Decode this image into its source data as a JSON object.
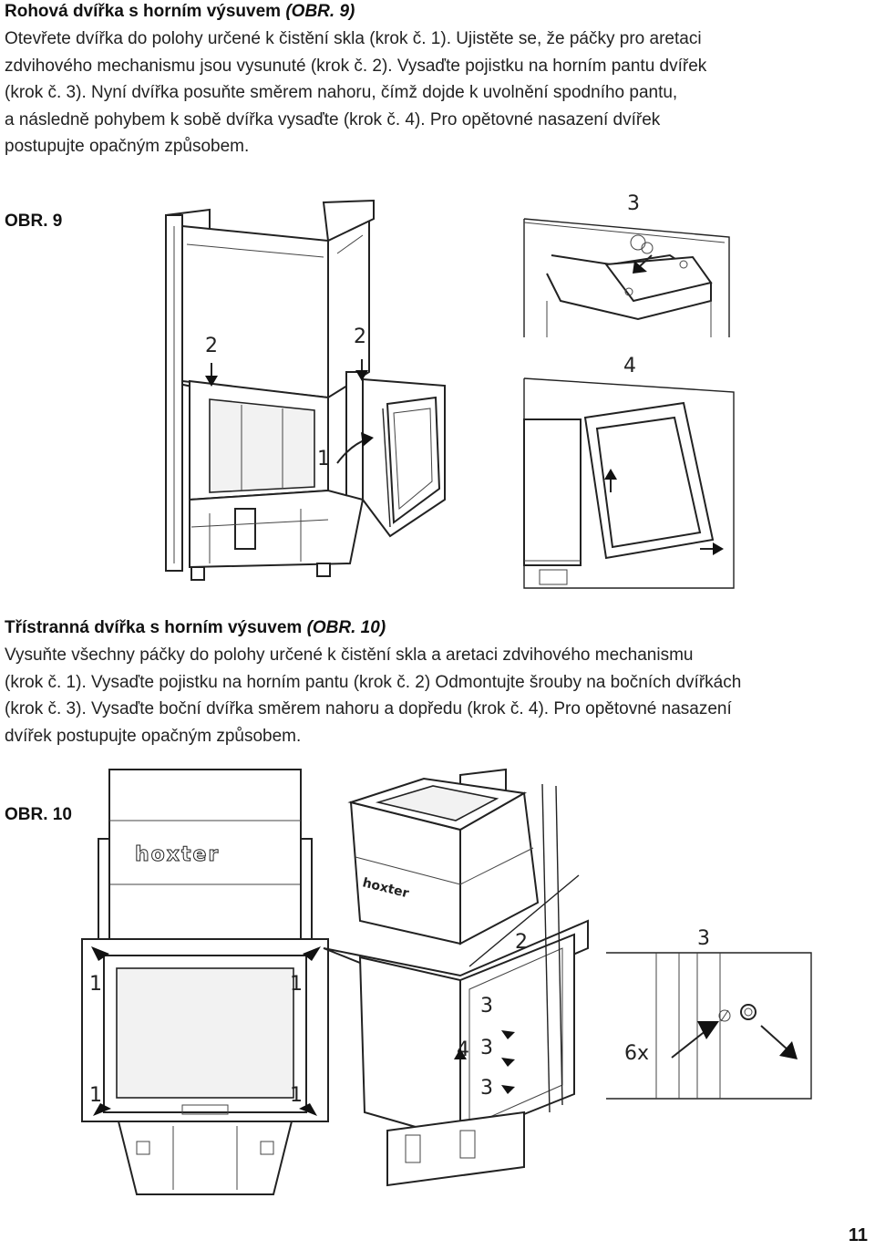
{
  "section1": {
    "title_main": "Rohová dvířka s horním výsuvem ",
    "title_ref": "(OBR. 9)",
    "lines": [
      "Otevřete dvířka do polohy určené k čistění skla (krok č. 1). Ujistěte se, že páčky pro aretaci",
      "zdvihového mechanismu jsou vysunuté (krok č. 2). Vysaďte pojistku na horním pantu dvířek",
      "(krok č. 3). Nyní dvířka posuňte směrem nahoru, čímž dojde k uvolnění spodního pantu,",
      "a následně pohybem k sobě dvířka vysaďte (krok č. 4). Pro opětovné nasazení dvířek",
      "postupujte opačným způsobem."
    ],
    "figure_label": "OBR. 9",
    "step_numbers": {
      "s1": "1",
      "s2a": "2",
      "s2b": "2",
      "s3": "3",
      "s4": "4"
    }
  },
  "section2": {
    "title_main": "Třístranná dvířka s horním výsuvem ",
    "title_ref": "(OBR. 10)",
    "lines": [
      "Vysuňte všechny páčky do polohy určené k čistění skla a aretaci zdvihového mechanismu",
      "(krok č. 1). Vysaďte pojistku na horním pantu (krok č. 2) Odmontujte šrouby na bočních dvířkách",
      "(krok č. 3). Vysaďte boční dvířka směrem nahoru a dopředu (krok č. 4).  Pro opětovné nasazení",
      "dvířek postupujte opačným způsobem."
    ],
    "figure_label": "OBR. 10",
    "brand": "hoxter",
    "step_numbers": {
      "s1a": "1",
      "s1b": "1",
      "s1c": "1",
      "s1d": "1",
      "s2": "2",
      "s3a": "3",
      "s3b": "3",
      "s3c": "3",
      "s3d": "3",
      "s4": "4",
      "qty": "6x"
    }
  },
  "page_number": "11"
}
